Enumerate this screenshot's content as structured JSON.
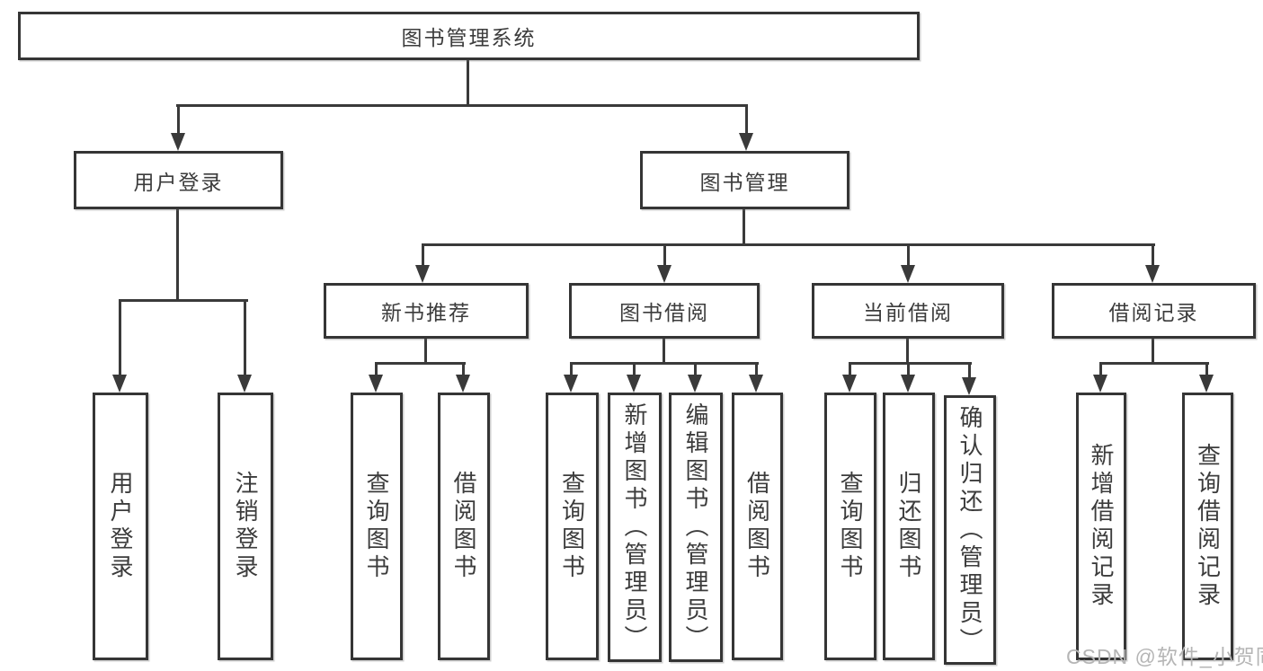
{
  "root": {
    "label": "图书管理系统"
  },
  "level2": {
    "user_login": {
      "label": "用户登录"
    },
    "book_management": {
      "label": "图书管理"
    }
  },
  "level3": {
    "new_book_recommend": {
      "label": "新书推荐"
    },
    "book_borrow": {
      "label": "图书借阅"
    },
    "current_borrow": {
      "label": "当前借阅"
    },
    "borrow_record": {
      "label": "借阅记录"
    }
  },
  "level4": {
    "user_login_child_1": {
      "label": "用户登录"
    },
    "user_login_child_2": {
      "label": "注销登录"
    },
    "recommend_child_1": {
      "label": "查询图书"
    },
    "recommend_child_2": {
      "label": "借阅图书"
    },
    "borrow_child_1": {
      "label": "查询图书"
    },
    "borrow_child_2": {
      "label": "新增图书（管理员）"
    },
    "borrow_child_3": {
      "label": "编辑图书（管理员）"
    },
    "borrow_child_4": {
      "label": "借阅图书"
    },
    "current_child_1": {
      "label": "查询图书"
    },
    "current_child_2": {
      "label": "归还图书"
    },
    "current_child_3": {
      "label": "确认归还（管理员）"
    },
    "record_child_1": {
      "label": "新增借阅记录"
    },
    "record_child_2": {
      "label": "查询借阅记录"
    }
  },
  "watermark": {
    "label": "CSDN @软件_小贺同学"
  },
  "colors": {
    "connector_line": "#3a3a3a",
    "box_border": "#353535",
    "text": "#3c3c3c",
    "watermark": "#b5b5b5",
    "background": "#ffffff"
  }
}
